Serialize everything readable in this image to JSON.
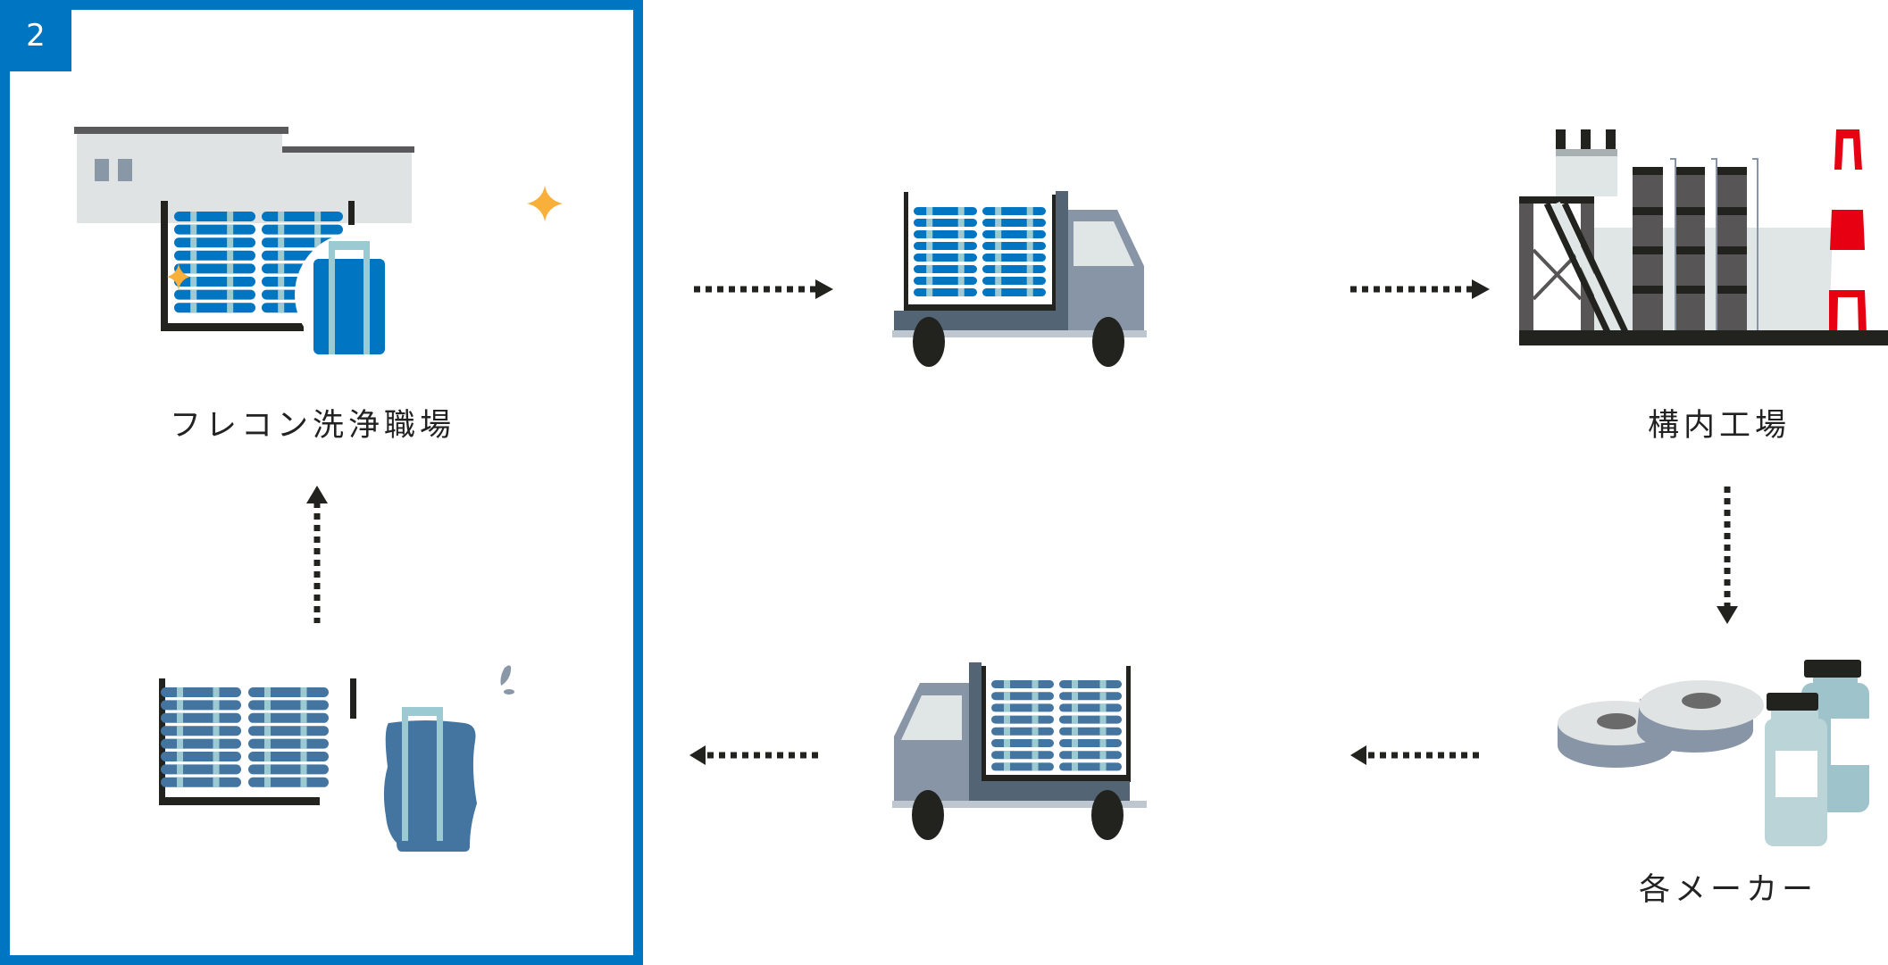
{
  "step_badge": "2",
  "nodes": {
    "washing_site": {
      "label": "フレコン洗浄職場",
      "icon": "clean-flexible-container-icon"
    },
    "truck_outbound": {
      "icon": "truck-with-clean-bags-icon"
    },
    "plant": {
      "label": "構内工場",
      "icon": "factory-icon"
    },
    "makers": {
      "label": "各メーカー",
      "icon": "rolls-and-bottles-icon"
    },
    "truck_return": {
      "icon": "truck-with-used-bags-icon"
    },
    "used_bags": {
      "icon": "used-flexible-container-icon"
    }
  },
  "flow": [
    "フレコン洗浄職場 → トラック",
    "トラック → 構内工場",
    "構内工場 → 各メーカー",
    "各メーカー → トラック",
    "トラック → 使用済みフレコン",
    "使用済みフレコン → フレコン洗浄職場"
  ],
  "colors": {
    "frame_blue": "#0075c2",
    "clean_bag": "#0075c2",
    "used_bag": "#4375a0",
    "strap": "#9ccad3",
    "sparkle": "#f8b03a",
    "dark": "#22231e",
    "truck_body": "#8795a6",
    "truck_dark": "#536474",
    "factory_dark": "#585556",
    "chimney_red": "#e60012"
  }
}
